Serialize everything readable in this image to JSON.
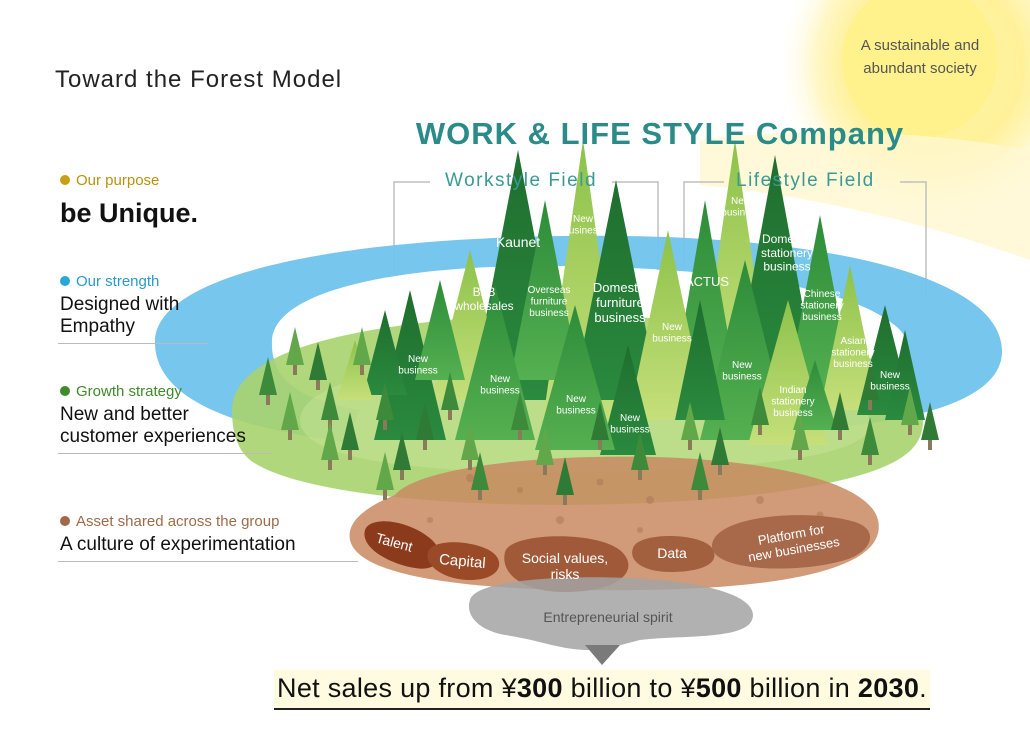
{
  "title": "Toward the Forest Model",
  "sun_text": "A sustainable and abundant society",
  "company": "WORK & LIFE STYLE Company",
  "fields": {
    "workstyle": "Workstyle Field",
    "lifestyle": "Lifestyle Field"
  },
  "rows": [
    {
      "heading": "Our purpose",
      "body": "be Unique.",
      "color": "#b8920e"
    },
    {
      "heading": "Our strength",
      "body": "Designed with\nEmpathy",
      "color": "#2a9bc8"
    },
    {
      "heading": "Growth strategy",
      "body": "New and better\ncustomer experiences",
      "color": "#3f8a2a"
    },
    {
      "heading": "Asset shared across the group",
      "body": "A culture of experimentation",
      "color": "#a06a4a"
    }
  ],
  "businesses": {
    "kaunet": "Kaunet",
    "b2b": "B2B\nwholesales",
    "overseas_furniture": "Overseas\nfurniture\nbusiness",
    "domestic_furniture": "Domestic\nfurniture\nbusiness",
    "actus": "ACTUS",
    "domestic_stationery": "Domestic\nstationery\nbusiness",
    "chinese_stationery": "Chinese\nstationery\nbusiness",
    "asian_stationery": "Asian\nstationery\nbusiness",
    "indian_stationery": "Indian\nstationery\nbusiness",
    "new_business": "New\nbusiness"
  },
  "assets": {
    "talent": "Talent",
    "capital": "Capital",
    "social": "Social values,\nrisks",
    "data": "Data",
    "platform": "Platform for\nnew businesses"
  },
  "root": "Entrepreneurial spirit",
  "sales": {
    "prefix": "Net sales up from ¥",
    "from": "300",
    "mid": " billion to ¥",
    "to": "500",
    "suffix": " billion in ",
    "year": "2030",
    "end": "."
  }
}
